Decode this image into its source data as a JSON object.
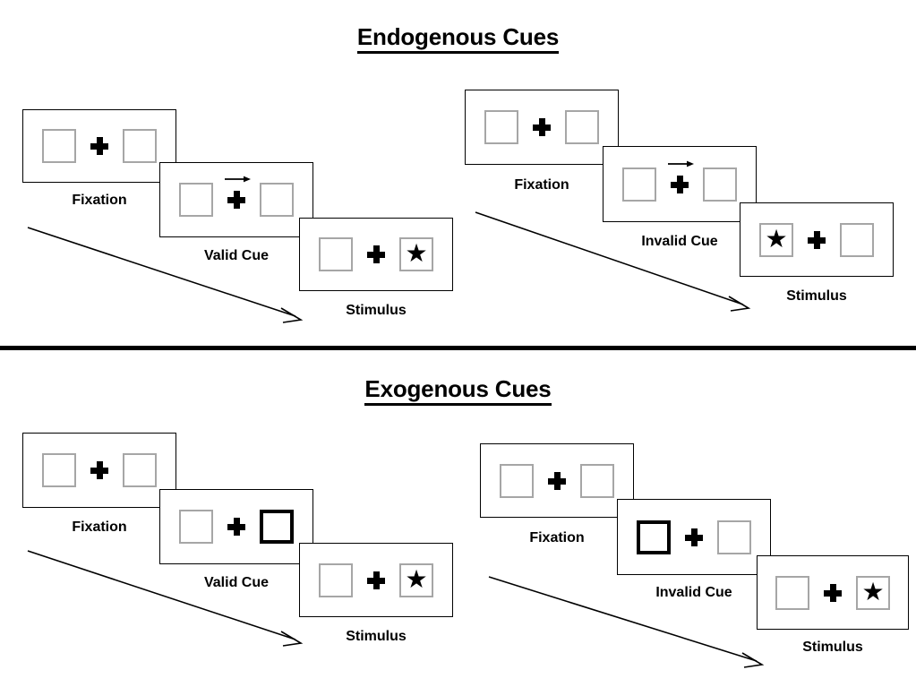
{
  "figure": {
    "title_endogenous": "Endogenous Cues",
    "title_exogenous": "Exogenous Cues",
    "colors": {
      "frame_border": "#000000",
      "placeholder_border": "#a6a6a6",
      "highlight_border": "#000000",
      "stimulus": "#000000",
      "divider": "#000000",
      "background": "#ffffff"
    }
  },
  "sections": [
    {
      "id": "endogenous",
      "title": "Endogenous Cues",
      "columns": [
        {
          "id": "endogenous-valid",
          "steps": [
            {
              "caption": "Fixation",
              "left_box": "empty",
              "right_box": "empty",
              "center": "plus",
              "cue": "none"
            },
            {
              "caption": "Valid Cue",
              "left_box": "empty",
              "right_box": "empty",
              "center": "plus",
              "cue": "arrow-right"
            },
            {
              "caption": "Stimulus",
              "left_box": "empty",
              "right_box": "star",
              "center": "plus",
              "cue": "none"
            }
          ]
        },
        {
          "id": "endogenous-invalid",
          "steps": [
            {
              "caption": "Fixation",
              "left_box": "empty",
              "right_box": "empty",
              "center": "plus",
              "cue": "none"
            },
            {
              "caption": "Invalid Cue",
              "left_box": "empty",
              "right_box": "empty",
              "center": "plus",
              "cue": "arrow-right"
            },
            {
              "caption": "Stimulus",
              "left_box": "star",
              "right_box": "empty",
              "center": "plus",
              "cue": "none"
            }
          ]
        }
      ]
    },
    {
      "id": "exogenous",
      "title": "Exogenous Cues",
      "columns": [
        {
          "id": "exogenous-valid",
          "steps": [
            {
              "caption": "Fixation",
              "left_box": "empty",
              "right_box": "empty",
              "center": "plus",
              "cue": "none"
            },
            {
              "caption": "Valid Cue",
              "left_box": "empty",
              "right_box": "highlight",
              "center": "plus",
              "cue": "none"
            },
            {
              "caption": "Stimulus",
              "left_box": "empty",
              "right_box": "star",
              "center": "plus",
              "cue": "none"
            }
          ]
        },
        {
          "id": "exogenous-invalid",
          "steps": [
            {
              "caption": "Fixation",
              "left_box": "empty",
              "right_box": "empty",
              "center": "plus",
              "cue": "none"
            },
            {
              "caption": "Invalid Cue",
              "left_box": "highlight",
              "right_box": "empty",
              "center": "plus",
              "cue": "none"
            },
            {
              "caption": "Stimulus",
              "left_box": "empty",
              "right_box": "star",
              "center": "plus",
              "cue": "none"
            }
          ]
        }
      ]
    }
  ],
  "labels": {
    "fixation": "Fixation",
    "valid_cue": "Valid Cue",
    "invalid_cue": "Invalid Cue",
    "stimulus": "Stimulus"
  },
  "glyphs": {
    "star": "★"
  }
}
